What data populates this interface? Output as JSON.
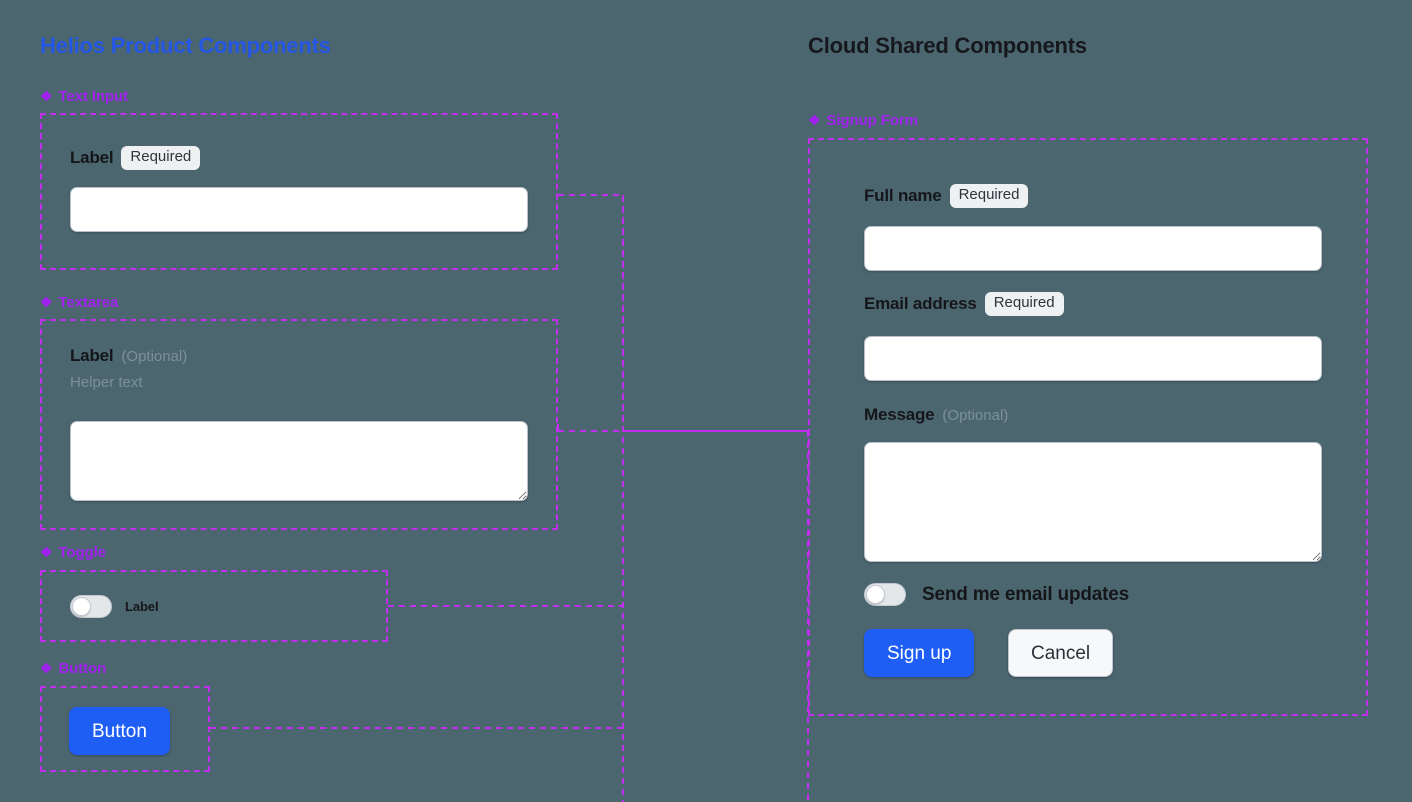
{
  "canvas": {
    "background_color": "#4c6670",
    "annotation_color": "#c22ef0",
    "accent_blue": "#1f5ef5"
  },
  "left_panel": {
    "title": "Helios Product Components",
    "title_color": "#2457e6",
    "sections": [
      {
        "marker": "diamond-flower-icon",
        "marker_glyph": "❖",
        "name": "Text Input",
        "field": {
          "label": "Label",
          "badge": "Required",
          "value": "",
          "placeholder": ""
        }
      },
      {
        "marker": "diamond-flower-icon",
        "marker_glyph": "❖",
        "name": "Textarea",
        "field": {
          "label": "Label",
          "optional": "(Optional)",
          "helper": "Helper text",
          "value": "",
          "placeholder": ""
        }
      },
      {
        "marker": "diamond-flower-icon",
        "marker_glyph": "❖",
        "name": "Toggle",
        "field": {
          "label": "Label",
          "state": "off"
        }
      },
      {
        "marker": "diamond-flower-icon",
        "marker_glyph": "❖",
        "name": "Button",
        "field": {
          "label": "Button"
        }
      }
    ]
  },
  "right_panel": {
    "title": "Cloud Shared Components",
    "title_color": "#16181d",
    "section": {
      "marker": "diamond-flower-icon",
      "marker_glyph": "❖",
      "name": "Signup Form"
    },
    "form": {
      "full_name": {
        "label": "Full name",
        "badge": "Required",
        "value": "",
        "placeholder": ""
      },
      "email": {
        "label": "Email address",
        "badge": "Required",
        "value": "",
        "placeholder": ""
      },
      "message": {
        "label": "Message",
        "optional": "(Optional)",
        "value": "",
        "placeholder": ""
      },
      "updates_toggle": {
        "label": "Send me email updates",
        "state": "off"
      },
      "submit_button": "Sign up",
      "cancel_button": "Cancel"
    }
  }
}
